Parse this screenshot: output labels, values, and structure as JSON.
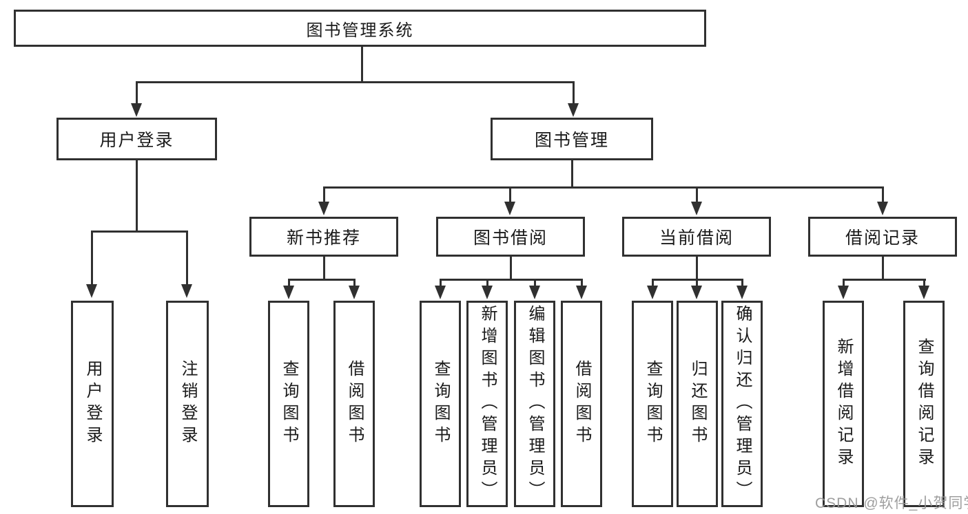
{
  "root": {
    "label": "图书管理系统"
  },
  "level2": {
    "user_login": "用户登录",
    "book_management": "图书管理"
  },
  "level3": {
    "new_book_recommendation": "新书推荐",
    "book_borrowing": "图书借阅",
    "current_borrowing": "当前借阅",
    "borrowing_records": "借阅记录"
  },
  "leaves": {
    "user_login": "用户登录",
    "logout": "注销登录",
    "recommend_query_books": "查询图书",
    "recommend_borrow_books": "借阅图书",
    "borrowing_query_books": "查询图书",
    "borrowing_add_books": "新增图书（管理员）",
    "borrowing_edit_books": "编辑图书（管理员）",
    "borrowing_borrow_books": "借阅图书",
    "current_query_books": "查询图书",
    "current_return_books": "归还图书",
    "current_confirm_return": "确认归还（管理员）",
    "records_add_record": "新增借阅记录",
    "records_query_record": "查询借阅记录"
  },
  "watermark": "CSDN @软件_小贺同学",
  "colors": {
    "line": "#303030",
    "text": "#1a1a1a",
    "watermark": "#969696",
    "background": "#ffffff"
  }
}
